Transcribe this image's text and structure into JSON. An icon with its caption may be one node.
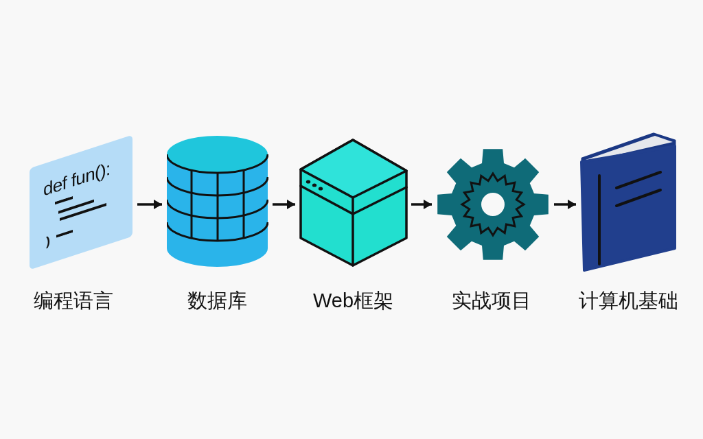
{
  "diagram": {
    "nodes": [
      {
        "text": [
          "def fun():",
          ")",
          "编程语言"
        ]
      },
      {
        "text": [
          "数据库"
        ]
      },
      {
        "text": [
          "Web框架"
        ]
      },
      {
        "text": [
          "实战项目"
        ]
      },
      {
        "text": [
          "计算机基础"
        ]
      }
    ],
    "edges": [
      {
        "from": 0,
        "to": 1,
        "arrow": "to"
      },
      {
        "from": 1,
        "to": 2,
        "arrow": "to"
      },
      {
        "from": 2,
        "to": 3,
        "arrow": "to"
      },
      {
        "from": 3,
        "to": 4,
        "arrow": "to"
      }
    ]
  }
}
